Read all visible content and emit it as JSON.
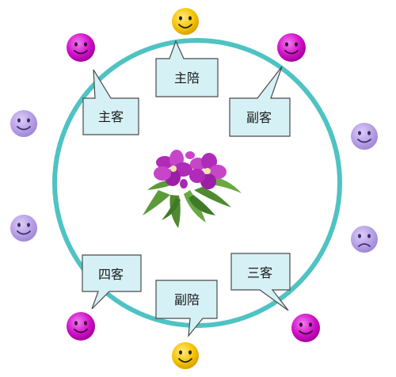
{
  "diagram": {
    "labels": {
      "top": "主陪",
      "upper_left": "主客",
      "upper_right": "副客",
      "lower_left": "四客",
      "lower_right": "三客",
      "bottom": "副陪"
    },
    "colors": {
      "ring": "#4fc3c3",
      "callout_fill": "#d6f1f5",
      "callout_stroke": "#4b4b4b",
      "host_face": "#f5c400",
      "guest_face": "#d010c8",
      "other_face": "#b7a0e6"
    },
    "icons": {
      "host": "smiley-face-icon",
      "guest": "smiley-face-icon",
      "other": "frown-face-icon",
      "center": "flower-icon"
    }
  }
}
